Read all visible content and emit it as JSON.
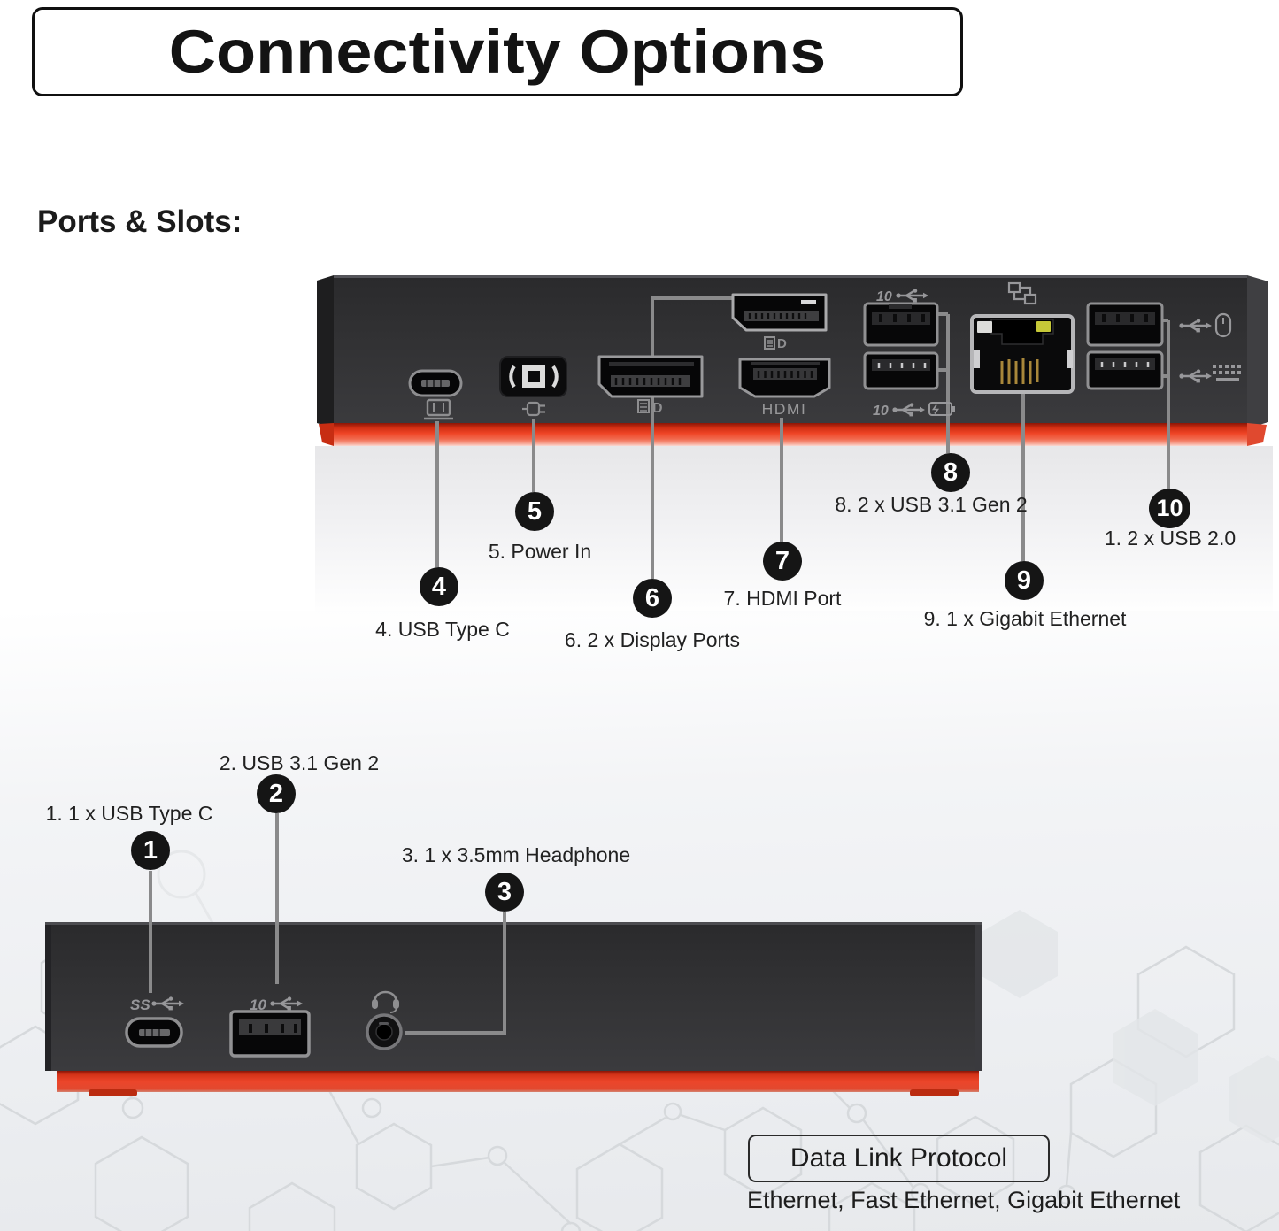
{
  "title": "Connectivity Options",
  "section_heading": "Ports & Slots:",
  "markings": {
    "hdmi": "HDMI",
    "ten": "10",
    "ss": "SS",
    "dp_letter": "D"
  },
  "callouts_back": [
    {
      "num": "4",
      "label": "4. USB Type C"
    },
    {
      "num": "5",
      "label": "5. Power In"
    },
    {
      "num": "6",
      "label": "6. 2 x Display Ports"
    },
    {
      "num": "7",
      "label": "7. HDMI Port"
    },
    {
      "num": "8",
      "label": "8. 2 x USB 3.1 Gen 2"
    },
    {
      "num": "9",
      "label": "9. 1 x Gigabit Ethernet"
    },
    {
      "num": "10",
      "label": "1. 2 x USB 2.0"
    }
  ],
  "callouts_front": [
    {
      "num": "1",
      "label": "1. 1 x USB Type C"
    },
    {
      "num": "2",
      "label": "2. USB 3.1 Gen 2"
    },
    {
      "num": "3",
      "label": "3. 1 x 3.5mm Headphone"
    }
  ],
  "footer": {
    "box_label": "Data Link Protocol",
    "protocols": "Ethernet, Fast Ethernet, Gigabit Ethernet"
  },
  "colors": {
    "accent_red": "#e8401f",
    "dock_body": "#303032",
    "callout_line": "#8a8a8b",
    "badge_black": "#151515"
  }
}
